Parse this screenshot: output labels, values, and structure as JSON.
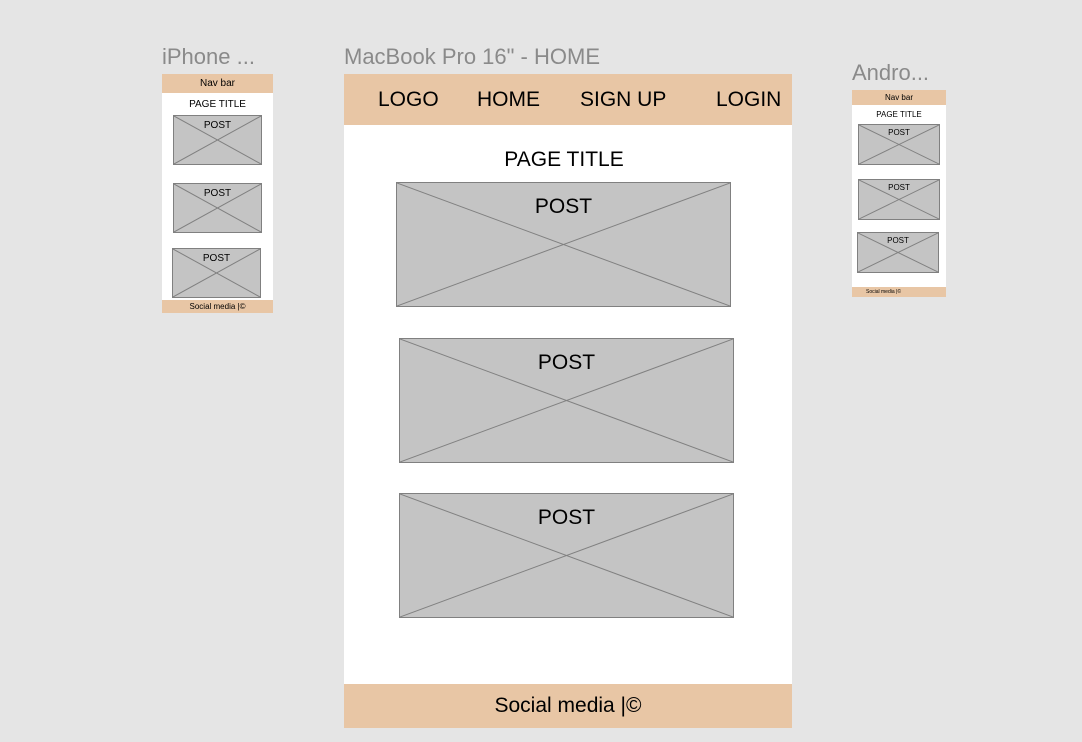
{
  "frames": {
    "iphone": {
      "label": "iPhone ...",
      "nav": "Nav bar",
      "title": "PAGE TITLE",
      "posts": [
        "POST",
        "POST",
        "POST"
      ],
      "footer": "Social media |©"
    },
    "macbook": {
      "label": "MacBook Pro 16\" - HOME",
      "nav": {
        "logo": "LOGO",
        "home": "HOME",
        "signup": "SIGN UP",
        "login": "LOGIN"
      },
      "title": "PAGE TITLE",
      "posts": [
        "POST",
        "POST",
        "POST"
      ],
      "footer": "Social media |©"
    },
    "android": {
      "label": "Andro...",
      "nav": "Nav bar",
      "title": "PAGE TITLE",
      "posts": [
        "POST",
        "POST",
        "POST"
      ],
      "footer": "Social media |©"
    }
  },
  "colors": {
    "canvas": "#e5e5e5",
    "bar": "#e8c6a5",
    "placeholder": "#c4c4c4",
    "frame_label": "#8a8a8a"
  }
}
